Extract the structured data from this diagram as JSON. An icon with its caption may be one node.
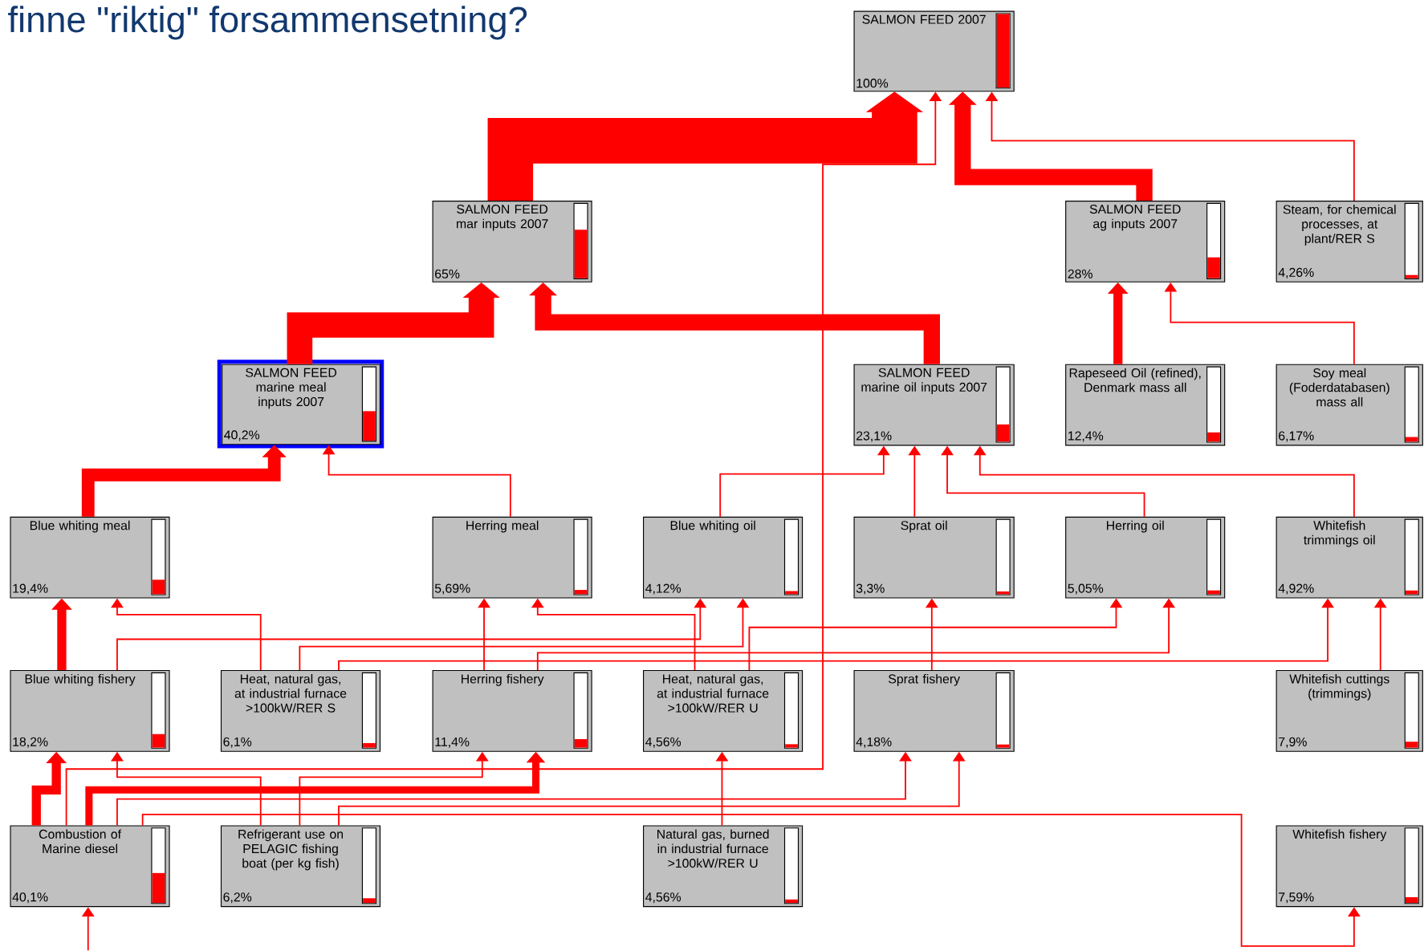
{
  "diagram": {
    "title": "finne \"riktig\" forsammensetning?",
    "nodes": [
      {
        "text": [
          "SALMON FEED 2007",
          "100%"
        ]
      },
      {
        "text": [
          "SALMON FEED mar inputs 2007",
          "65%"
        ]
      },
      {
        "text": [
          "SALMON FEED ag inputs 2007",
          "28%"
        ]
      },
      {
        "text": [
          "Steam, for chemical processes, at plant/RER S",
          "4,26%"
        ]
      },
      {
        "text": [
          "SALMON FEED marine meal inputs 2007",
          "40,2%"
        ]
      },
      {
        "text": [
          "SALMON FEED marine oil inputs 2007",
          "23,1%"
        ]
      },
      {
        "text": [
          "Rapeseed Oil (refined), Denmark mass all",
          "12,4%"
        ]
      },
      {
        "text": [
          "Soy meal (Foderdatabasen) mass all",
          "6,17%"
        ]
      },
      {
        "text": [
          "Blue whiting meal",
          "19,4%"
        ]
      },
      {
        "text": [
          "Herring meal",
          "5,69%"
        ]
      },
      {
        "text": [
          "Blue whiting oil",
          "4,12%"
        ]
      },
      {
        "text": [
          "Sprat oil",
          "3,3%"
        ]
      },
      {
        "text": [
          "Herring oil",
          "5,05%"
        ]
      },
      {
        "text": [
          "Whitefish trimmings oil",
          "4,92%"
        ]
      },
      {
        "text": [
          "Blue whiting fishery",
          "18,2%"
        ]
      },
      {
        "text": [
          "Heat, natural gas, at industrial furnace >100kW/RER S",
          "6,1%"
        ]
      },
      {
        "text": [
          "Herring fishery",
          "11,4%"
        ]
      },
      {
        "text": [
          "Heat, natural gas, at industrial furnace >100kW/RER U",
          "4,56%"
        ]
      },
      {
        "text": [
          "Sprat fishery",
          "4,18%"
        ]
      },
      {
        "text": [
          "Whitefish cuttings (trimmings)",
          "7,9%"
        ]
      },
      {
        "text": [
          "Combustion of Marine diesel",
          "40,1%"
        ]
      },
      {
        "text": [
          "Refrigerant use on PELAGIC fishing boat (per kg fish)",
          "6,2%"
        ]
      },
      {
        "text": [
          "Natural gas, burned in industrial furnace >100kW/RER U",
          "4,56%"
        ]
      },
      {
        "text": [
          "Whitefish fishery",
          "7,59%"
        ]
      }
    ],
    "edges": [
      {
        "from": 1,
        "to": 0,
        "arrow": "to",
        "style": "thick"
      },
      {
        "from": 2,
        "to": 0,
        "arrow": "to",
        "style": "thick"
      },
      {
        "from": 3,
        "to": 0,
        "arrow": "to"
      },
      {
        "from": 20,
        "to": 0,
        "arrow": "to"
      },
      {
        "from": 4,
        "to": 1,
        "arrow": "to",
        "style": "thick"
      },
      {
        "from": 5,
        "to": 1,
        "arrow": "to",
        "style": "thick"
      },
      {
        "from": 6,
        "to": 2,
        "arrow": "to",
        "style": "thick"
      },
      {
        "from": 7,
        "to": 2,
        "arrow": "to"
      },
      {
        "from": 8,
        "to": 4,
        "arrow": "to",
        "style": "thick"
      },
      {
        "from": 9,
        "to": 4,
        "arrow": "to"
      },
      {
        "from": 10,
        "to": 5,
        "arrow": "to"
      },
      {
        "from": 11,
        "to": 5,
        "arrow": "to"
      },
      {
        "from": 12,
        "to": 5,
        "arrow": "to"
      },
      {
        "from": 13,
        "to": 5,
        "arrow": "to"
      },
      {
        "from": 14,
        "to": 8,
        "arrow": "to",
        "style": "thick"
      },
      {
        "from": 15,
        "to": 8,
        "arrow": "to"
      },
      {
        "from": 14,
        "to": 10,
        "arrow": "to"
      },
      {
        "from": 15,
        "to": 10,
        "arrow": "to"
      },
      {
        "from": 16,
        "to": 9,
        "arrow": "to"
      },
      {
        "from": 17,
        "to": 9,
        "arrow": "to"
      },
      {
        "from": 16,
        "to": 12,
        "arrow": "to"
      },
      {
        "from": 17,
        "to": 12,
        "arrow": "to"
      },
      {
        "from": 15,
        "to": 13,
        "arrow": "to"
      },
      {
        "from": 18,
        "to": 11,
        "arrow": "to"
      },
      {
        "from": 19,
        "to": 13,
        "arrow": "to"
      },
      {
        "from": 20,
        "to": 14,
        "arrow": "to",
        "style": "thick"
      },
      {
        "from": 21,
        "to": 14,
        "arrow": "to"
      },
      {
        "from": 21,
        "to": 16,
        "arrow": "to"
      },
      {
        "from": 20,
        "to": 16,
        "arrow": "to",
        "style": "thick"
      },
      {
        "from": 20,
        "to": 18,
        "arrow": "to"
      },
      {
        "from": 21,
        "to": 18,
        "arrow": "to"
      },
      {
        "from": 20,
        "to": 23,
        "arrow": "to"
      },
      {
        "from": 22,
        "to": 17,
        "arrow": "to"
      },
      {
        "from": null,
        "to": 20,
        "arrow": "to"
      }
    ]
  }
}
